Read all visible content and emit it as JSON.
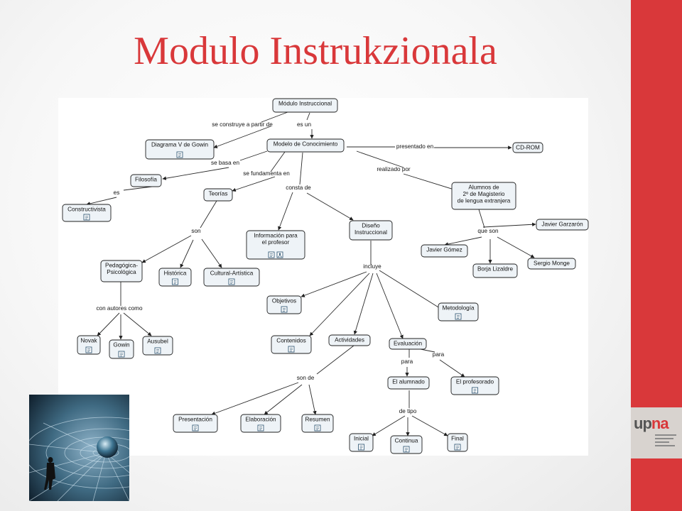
{
  "slide": {
    "title": "Modulo Instrukzionala",
    "accent_color": "#d9383a",
    "logo": {
      "text_main": "up",
      "text_accent": "na"
    }
  },
  "concept_map": {
    "nodes": [
      {
        "id": "modulo",
        "label": "Módulo Instruccional",
        "icon": false
      },
      {
        "id": "diagrama",
        "label": "Diagrama V de Gowin",
        "icon": true
      },
      {
        "id": "modelo",
        "label": "Modelo de Conocimiento",
        "icon": false
      },
      {
        "id": "cdrom",
        "label": "CD-ROM",
        "icon": false
      },
      {
        "id": "filosofia",
        "label": "Filosofía",
        "icon": false
      },
      {
        "id": "constructivista",
        "label": "Constructivista",
        "icon": true
      },
      {
        "id": "teorias",
        "label": "Teorías",
        "icon": false
      },
      {
        "id": "info",
        "label": "Información para el profesor",
        "icon": true,
        "icon2": true
      },
      {
        "id": "diseno",
        "label": "Diseño Instruccional",
        "icon": false
      },
      {
        "id": "alumnos",
        "label": "Alumnos de 2º de Magisterio de lengua extranjera",
        "icon": false
      },
      {
        "id": "garzaron",
        "label": "Javier Garzarón",
        "icon": false
      },
      {
        "id": "gomez",
        "label": "Javier Gómez",
        "icon": false
      },
      {
        "id": "monge",
        "label": "Sergio Monge",
        "icon": false
      },
      {
        "id": "lizaldre",
        "label": "Borja Lizaldre",
        "icon": false
      },
      {
        "id": "pedagogica",
        "label": "Pedagógica-Psicológica",
        "icon": false
      },
      {
        "id": "historica",
        "label": "Histórica",
        "icon": true
      },
      {
        "id": "cultural",
        "label": "Cultural-Artística",
        "icon": true
      },
      {
        "id": "objetivos",
        "label": "Objetivos",
        "icon": true
      },
      {
        "id": "metodologia",
        "label": "Metodología",
        "icon": true
      },
      {
        "id": "novak",
        "label": "Novak",
        "icon": true
      },
      {
        "id": "gowin",
        "label": "Gowin",
        "icon": true
      },
      {
        "id": "ausubel",
        "label": "Ausubel",
        "icon": true
      },
      {
        "id": "contenidos",
        "label": "Contenidos",
        "icon": true
      },
      {
        "id": "actividades",
        "label": "Actividades",
        "icon": false
      },
      {
        "id": "evaluacion",
        "label": "Evaluación",
        "icon": false
      },
      {
        "id": "alumnado",
        "label": "El alumnado",
        "icon": false
      },
      {
        "id": "profesorado",
        "label": "El profesorado",
        "icon": true
      },
      {
        "id": "presentacion",
        "label": "Presentación",
        "icon": true
      },
      {
        "id": "elaboracion",
        "label": "Elaboración",
        "icon": true
      },
      {
        "id": "resumen",
        "label": "Resumen",
        "icon": true
      },
      {
        "id": "inicial",
        "label": "Inicial",
        "icon": true
      },
      {
        "id": "continua",
        "label": "Continua",
        "icon": true
      },
      {
        "id": "final",
        "label": "Final",
        "icon": true
      }
    ],
    "link_labels": [
      {
        "id": "l_construye",
        "text": "se construye a partir de"
      },
      {
        "id": "l_esun",
        "text": "es un"
      },
      {
        "id": "l_presentado",
        "text": "presentado en"
      },
      {
        "id": "l_basa",
        "text": "se basa en"
      },
      {
        "id": "l_fundamenta",
        "text": "se fundamenta en"
      },
      {
        "id": "l_consta",
        "text": "consta de"
      },
      {
        "id": "l_realizado",
        "text": "realizado por"
      },
      {
        "id": "l_es",
        "text": "es"
      },
      {
        "id": "l_son",
        "text": "son"
      },
      {
        "id": "l_queson",
        "text": "que son"
      },
      {
        "id": "l_autores",
        "text": "con autores como"
      },
      {
        "id": "l_incluye",
        "text": "incluye"
      },
      {
        "id": "l_para1",
        "text": "para"
      },
      {
        "id": "l_para2",
        "text": "para"
      },
      {
        "id": "l_sonde",
        "text": "son de"
      },
      {
        "id": "l_detipo",
        "text": "de tipo"
      }
    ]
  },
  "photo": {
    "icon": "globe-network-photo"
  }
}
